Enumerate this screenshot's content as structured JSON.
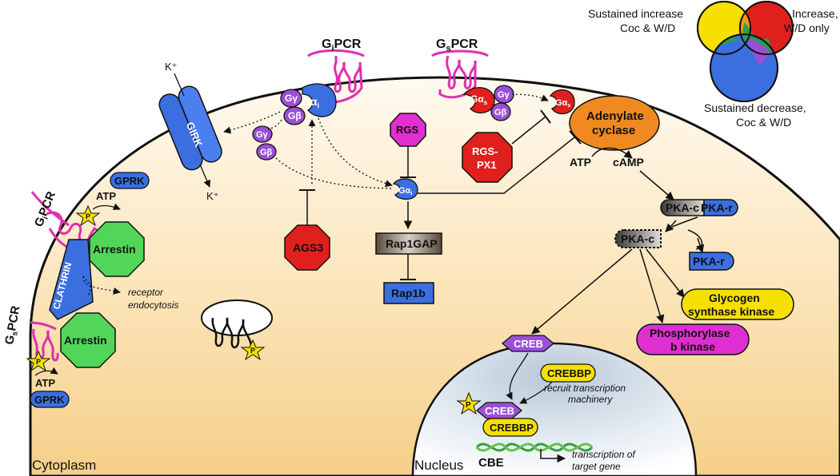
{
  "legend": {
    "sustained_increase": "Sustained increase",
    "sustained_increase_sub": "Coc & W/D",
    "increase": "Increase,",
    "increase_sub": "W/D only",
    "sustained_decrease": "Sustained decrease,",
    "sustained_decrease_sub": "Coc & W/D",
    "colors": {
      "sustained_increase": "#f5e000",
      "increase_wd_only": "#e0201c",
      "sustained_decrease": "#3b6fe0",
      "overlap": "#9b4fd6"
    }
  },
  "regions": {
    "cytoplasm": "Cytoplasm",
    "nucleus": "Nucleus"
  },
  "receptors": {
    "gipcr": "G",
    "gipcr_sub": "i",
    "gipcr_rest": "PCR",
    "gspcr": "G",
    "gspcr_sub": "s",
    "gspcr_rest": "PCR"
  },
  "gproteins": {
    "g_alpha_i": "Gα",
    "g_alpha_s": "Gα",
    "sub_i": "i",
    "sub_s": "s",
    "g_gamma": "Gγ",
    "g_beta": "Gβ"
  },
  "channels": {
    "girk": "GIRK",
    "k_plus": "K⁺"
  },
  "proteins": {
    "rgs": "RGS",
    "rgs_px1": "RGS-",
    "rgs_px1_b": "PX1",
    "ags3": "AGS3",
    "adenylate_cyclase_1": "Adenylate",
    "adenylate_cyclase_2": "cyclase",
    "rap1gap": "Rap1GAP",
    "rap1b": "Rap1b",
    "gprk": "GPRK",
    "arrestin": "Arrestin",
    "clathrin": "CLATHRIN",
    "pka_c": "PKA-c",
    "pka_r": "PKA-r",
    "glycogen_1": "Glycogen",
    "glycogen_2": "synthase kinase",
    "phosphorylase_1": "Phosphorylase",
    "phosphorylase_2": "b kinase",
    "creb": "CREB",
    "crebbp": "CREBBP",
    "p": "P"
  },
  "metabolites": {
    "atp": "ATP",
    "camp": "cAMP"
  },
  "annotations": {
    "receptor_endocytosis_1": "receptor",
    "receptor_endocytosis_2": "endocytosis",
    "recruit_1": "recruit transcription",
    "recruit_2": "machinery",
    "cbe": "CBE",
    "transcription_1": "transcription of",
    "transcription_2": "target gene"
  }
}
